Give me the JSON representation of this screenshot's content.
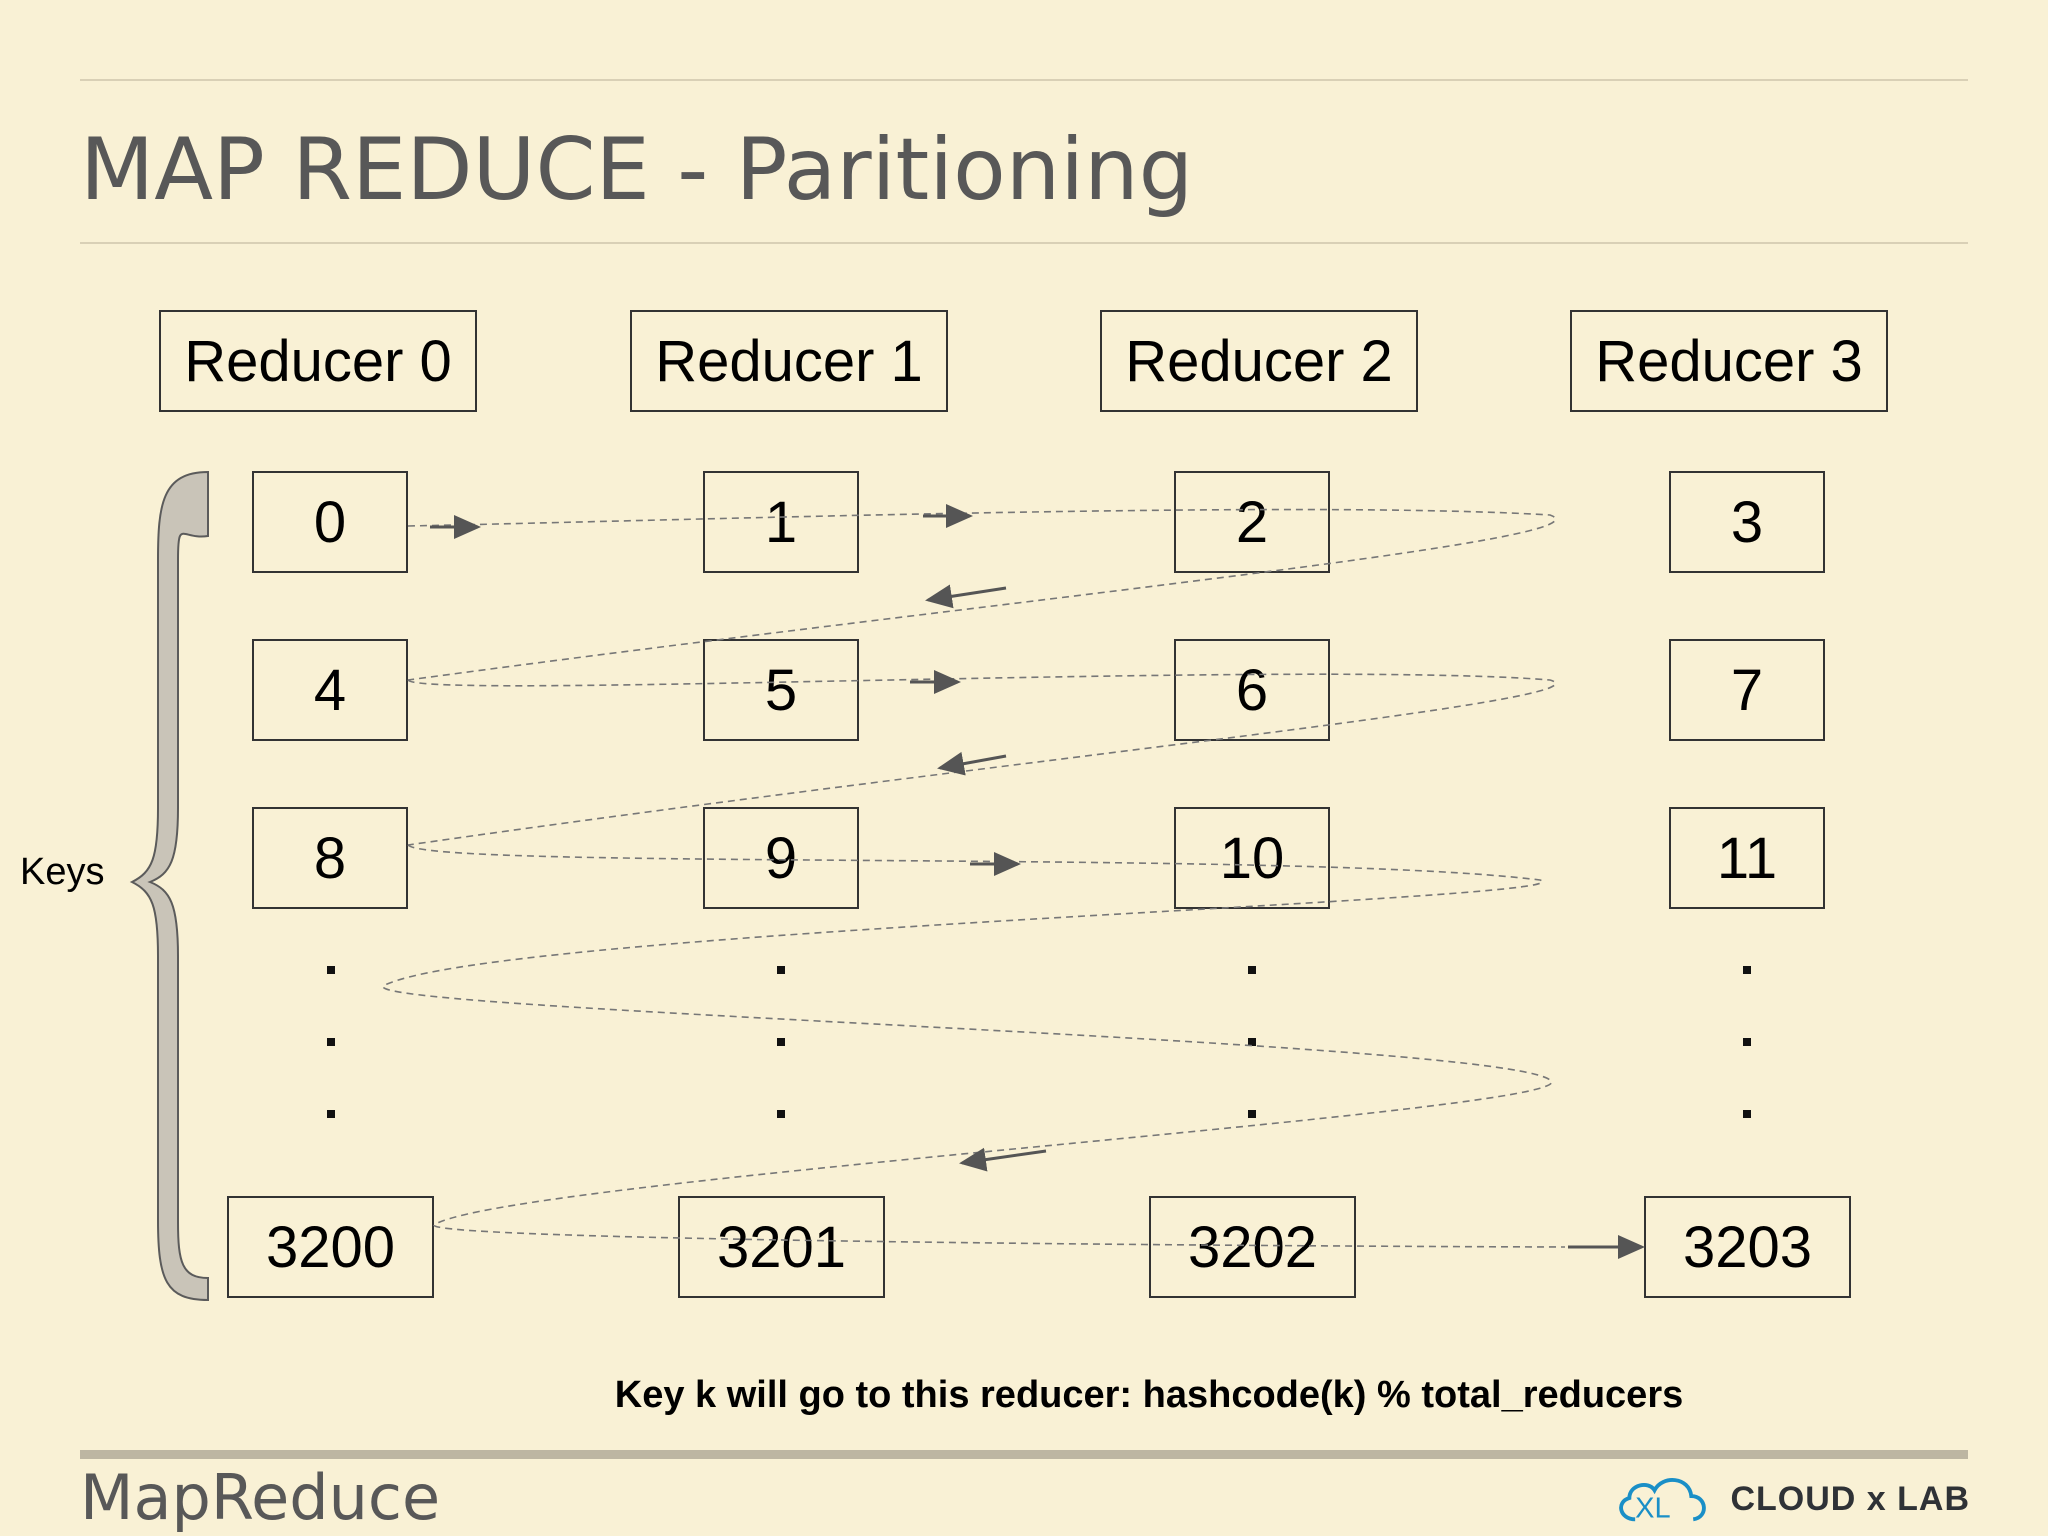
{
  "title": "MAP REDUCE - Paritioning",
  "reducers": [
    "Reducer 0",
    "Reducer 1",
    "Reducer 2",
    "Reducer 3"
  ],
  "keys_label": "Keys",
  "key_rows": [
    [
      "0",
      "1",
      "2",
      "3"
    ],
    [
      "4",
      "5",
      "6",
      "7"
    ],
    [
      "8",
      "9",
      "10",
      "11"
    ]
  ],
  "last_row": [
    "3200",
    "3201",
    "3202",
    "3203"
  ],
  "caption": "Key k will go to this reducer: hashcode(k) % total_reducers",
  "footer": {
    "section": "MapReduce",
    "logo_mark": "XL",
    "logo_text": "CLOUD x LAB"
  },
  "colors": {
    "background": "#f9f1d5",
    "title": "#585858",
    "brace": "#c9c4b8",
    "flow_line": "#555555"
  }
}
